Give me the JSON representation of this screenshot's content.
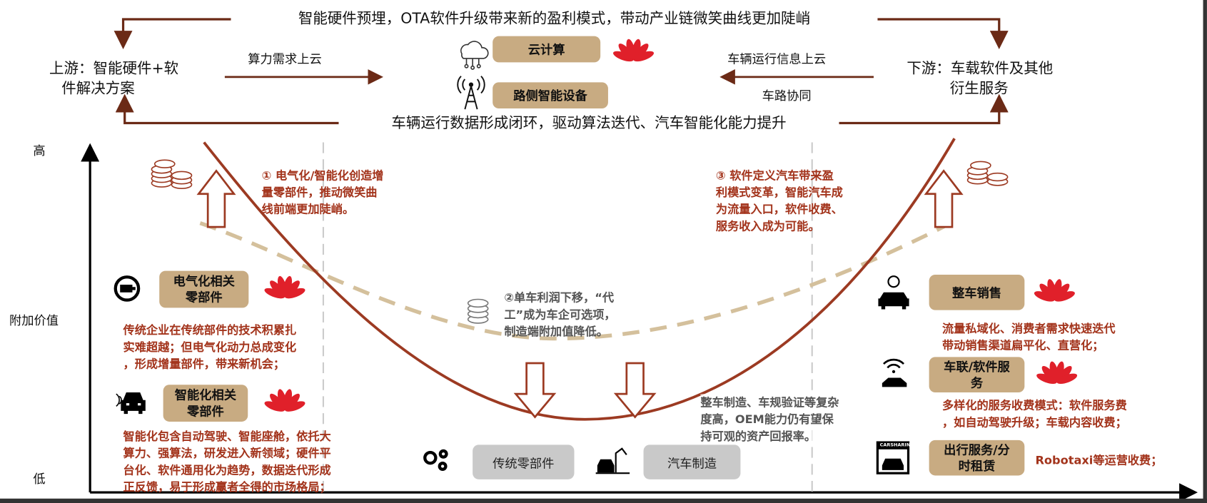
{
  "top_flow": {
    "top_text": "智能硬件预埋，OTA软件升级带来新的盈利模式，带动产业链微笑曲线更加陡峭",
    "bottom_text": "车辆运行数据形成闭环，驱动算法迭代、汽车智能化能力提升",
    "upstream": [
      "上游：智能硬件+软",
      "件解决方案"
    ],
    "downstream": [
      "下游：车载软件及其他",
      "衍生服务"
    ],
    "left_arrow_label": "算力需求上云",
    "right_arrow_label": "车辆运行信息上云",
    "right_arrow_sublabel": "车路协同",
    "cloud_box": "云计算",
    "roadside_box": "路侧智能设备"
  },
  "axis": {
    "high": "高",
    "label": "附加价值",
    "low": "低"
  },
  "notes": {
    "note1": [
      "① 电气化/智能化创造增",
      "量零部件，推动微笑曲",
      "线前端更加陡峭。"
    ],
    "note2": [
      "②单车利润下移，“代",
      "工”成为车企可选项，",
      "制造端附加值降低。"
    ],
    "note3": [
      "③ 软件定义汽车带来盈",
      "利模式变革，智能汽车成",
      "为流量入口，软件收费、",
      "服务收入成为可能。"
    ],
    "oem": [
      "整车制造、车规验证等复杂",
      "度高，OEM能力仍有望保",
      "持可观的资产回报率。"
    ]
  },
  "left_items": [
    {
      "box": [
        "电气化相关",
        "零部件"
      ],
      "icon": "motor-icon",
      "desc": [
        "传统企业在传统部件的技术积累扎",
        "实难超越；但电气化动力总成变化",
        "，形成增量部件，带来新机会；"
      ]
    },
    {
      "box": [
        "智能化相关",
        "零部件"
      ],
      "icon": "smart-car-icon",
      "desc": [
        "智能化包含自动驾驶、智能座舱，依托大",
        "算力、强算法，研发进入新领域；硬件平",
        "台化、软件通用化为趋势，数据迭代形成",
        "正反馈，易于形成赢者全得的市场格局；"
      ]
    }
  ],
  "bottom_items": [
    {
      "box": "传统零部件",
      "icon": "gears-icon"
    },
    {
      "box": "汽车制造",
      "icon": "car-factory-icon"
    }
  ],
  "right_items": [
    {
      "box": [
        "整车销售"
      ],
      "icon": "car-sales-icon",
      "desc": [
        "流量私域化、消费者需求快速迭代",
        "带动销售渠道扁平化、直营化；"
      ]
    },
    {
      "box": [
        "车联/软件服",
        "务"
      ],
      "icon": "connected-car-icon",
      "desc": [
        "多样化的服务收费模式：软件服务费",
        "，如自动驾驶升级；车载内容收费；"
      ]
    },
    {
      "box": [
        "出行服务/分",
        "时租赁"
      ],
      "icon": "carsharing-icon",
      "desc": [
        "Robotaxi等运营收费；"
      ],
      "sign": "CARSHARING"
    }
  ],
  "colors": {
    "curve": "#9c3a22",
    "dashed": "#d4c09c",
    "box": "#c8ab82",
    "red_text": "#a3341c",
    "huawei": "#e0202a"
  }
}
